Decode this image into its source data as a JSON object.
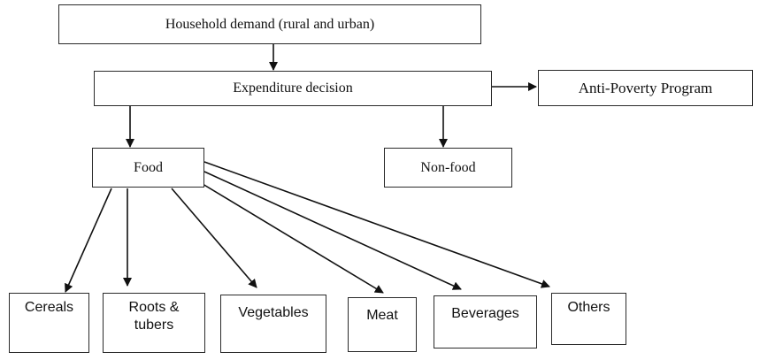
{
  "nodes": {
    "household": "Household demand (rural and urban)",
    "expenditure": "Expenditure decision",
    "anti_poverty": "Anti-Poverty Program",
    "food": "Food",
    "nonfood": "Non-food",
    "cereals": "Cereals",
    "roots": "Roots &\ntubers",
    "vegetables": "Vegetables",
    "meat": "Meat",
    "beverages": "Beverages",
    "others": "Others"
  },
  "edges": [
    {
      "from": "household",
      "to": "expenditure"
    },
    {
      "from": "expenditure",
      "to": "anti_poverty"
    },
    {
      "from": "expenditure",
      "to": "food"
    },
    {
      "from": "expenditure",
      "to": "nonfood"
    },
    {
      "from": "food",
      "to": "cereals"
    },
    {
      "from": "food",
      "to": "roots"
    },
    {
      "from": "food",
      "to": "vegetables"
    },
    {
      "from": "food",
      "to": "meat"
    },
    {
      "from": "food",
      "to": "beverages"
    },
    {
      "from": "food",
      "to": "others"
    }
  ]
}
